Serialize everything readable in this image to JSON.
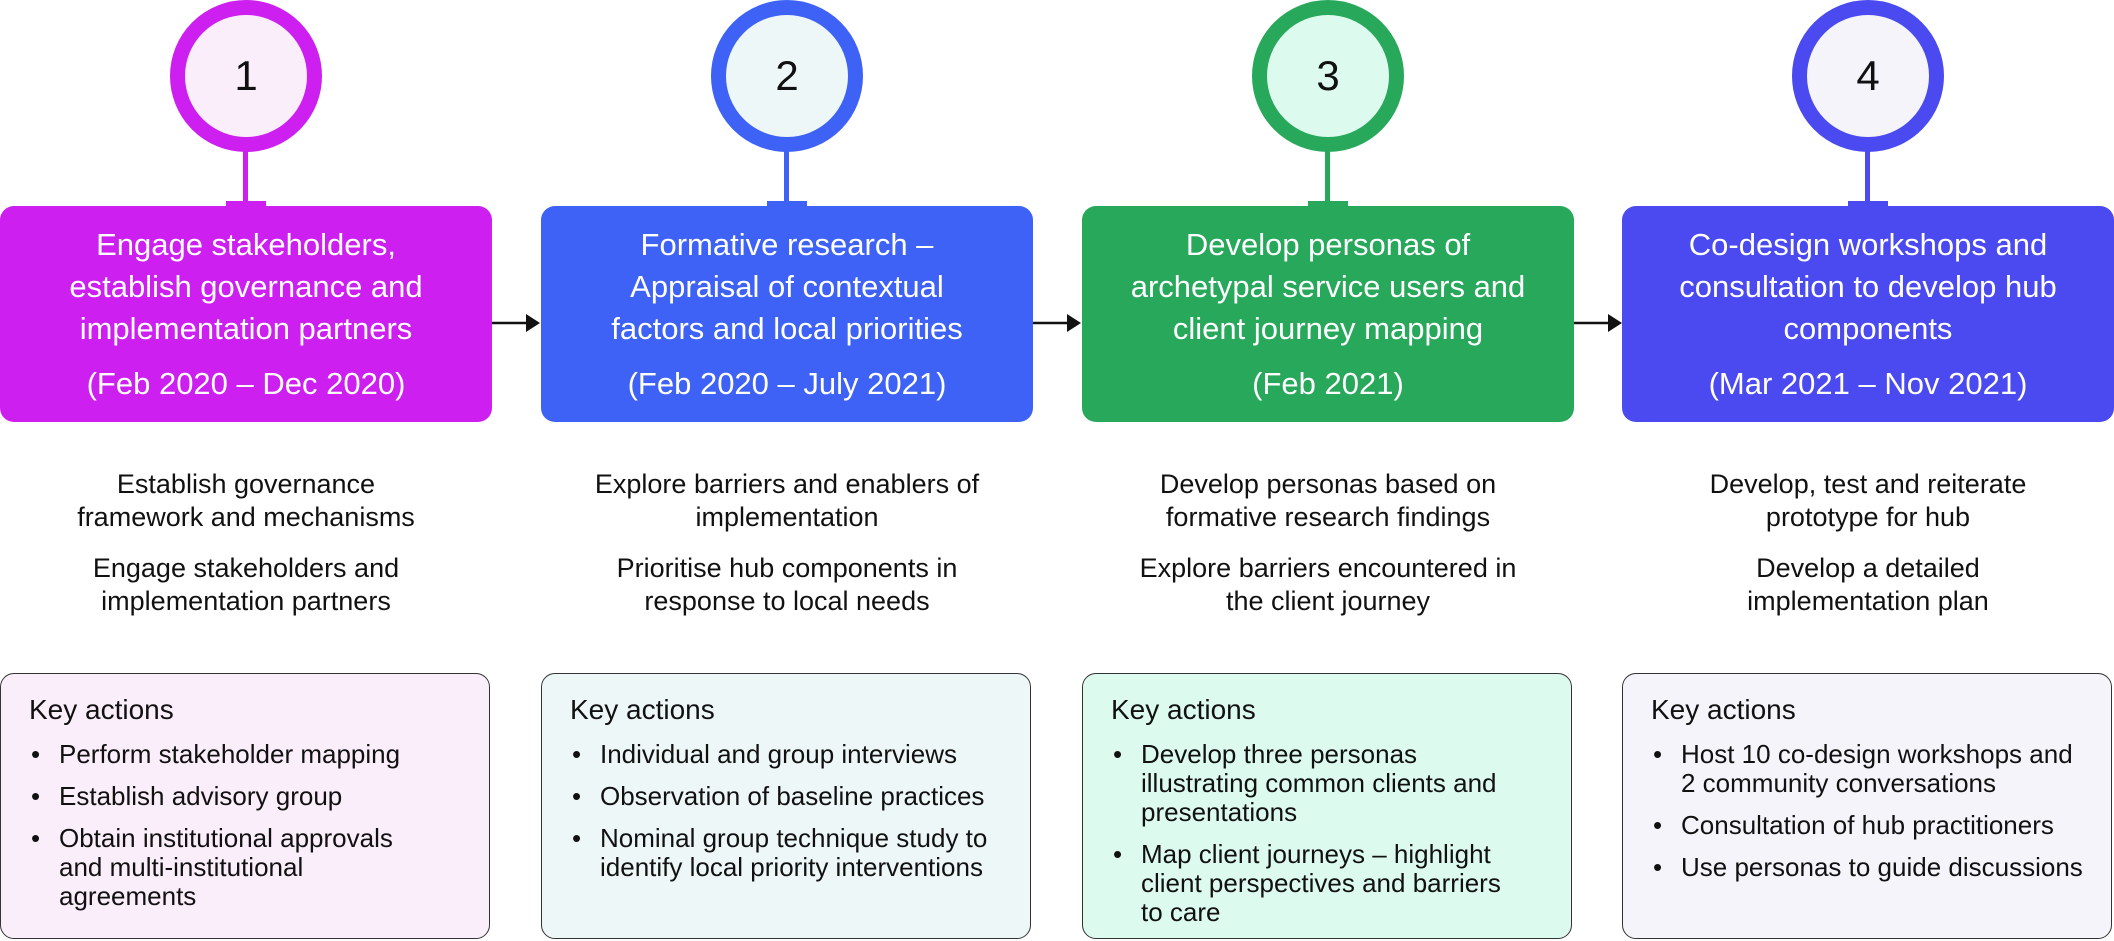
{
  "colors": {
    "phase1": "#cc1ff0",
    "phase1_light": "#fbeefb",
    "phase2": "#3d62f5",
    "phase2_light": "#eef7f8",
    "phase3": "#27a85a",
    "phase3_light": "#ddfaef",
    "phase4": "#4a4af0",
    "phase4_light": "#f4f4fa"
  },
  "phases": [
    {
      "number": "1",
      "title_lines": [
        "Engage stakeholders,",
        "establish governance and",
        "implementation partners"
      ],
      "dates": "(Feb 2020 – Dec 2020)",
      "descriptions": [
        [
          "Establish governance",
          "framework and mechanisms"
        ],
        [
          "Engage stakeholders and",
          "implementation partners"
        ]
      ],
      "actions_title": "Key actions",
      "actions": [
        [
          "Perform stakeholder mapping"
        ],
        [
          "Establish advisory group"
        ],
        [
          "Obtain institutional approvals",
          "and multi-institutional",
          "agreements"
        ]
      ]
    },
    {
      "number": "2",
      "title_lines": [
        "Formative research –",
        "Appraisal of contextual",
        "factors and local priorities"
      ],
      "dates": "(Feb 2020 – July 2021)",
      "descriptions": [
        [
          "Explore barriers and enablers of",
          "implementation"
        ],
        [
          "Prioritise hub components in",
          "response to local needs"
        ]
      ],
      "actions_title": "Key actions",
      "actions": [
        [
          "Individual and group interviews"
        ],
        [
          "Observation of baseline practices"
        ],
        [
          "Nominal group technique study to",
          "identify local priority interventions"
        ]
      ]
    },
    {
      "number": "3",
      "title_lines": [
        "Develop personas of",
        "archetypal service users and",
        "client journey mapping"
      ],
      "dates": "(Feb 2021)",
      "descriptions": [
        [
          "Develop personas based on",
          "formative research findings"
        ],
        [
          "Explore barriers encountered in",
          "the client journey"
        ]
      ],
      "actions_title": "Key actions",
      "actions": [
        [
          "Develop three personas",
          "illustrating common clients and",
          "presentations"
        ],
        [
          "Map client journeys – highlight",
          "client perspectives and barriers",
          "to care"
        ]
      ]
    },
    {
      "number": "4",
      "title_lines": [
        "Co-design workshops and",
        "consultation to develop hub",
        "components"
      ],
      "dates": "(Mar 2021 – Nov 2021)",
      "descriptions": [
        [
          "Develop, test and reiterate",
          "prototype for hub"
        ],
        [
          "Develop a detailed",
          "implementation plan"
        ]
      ],
      "actions_title": "Key actions",
      "actions": [
        [
          "Host 10 co-design workshops and",
          "2 community conversations"
        ],
        [
          "Consultation of hub practitioners"
        ],
        [
          "Use personas to guide discussions"
        ]
      ]
    }
  ]
}
